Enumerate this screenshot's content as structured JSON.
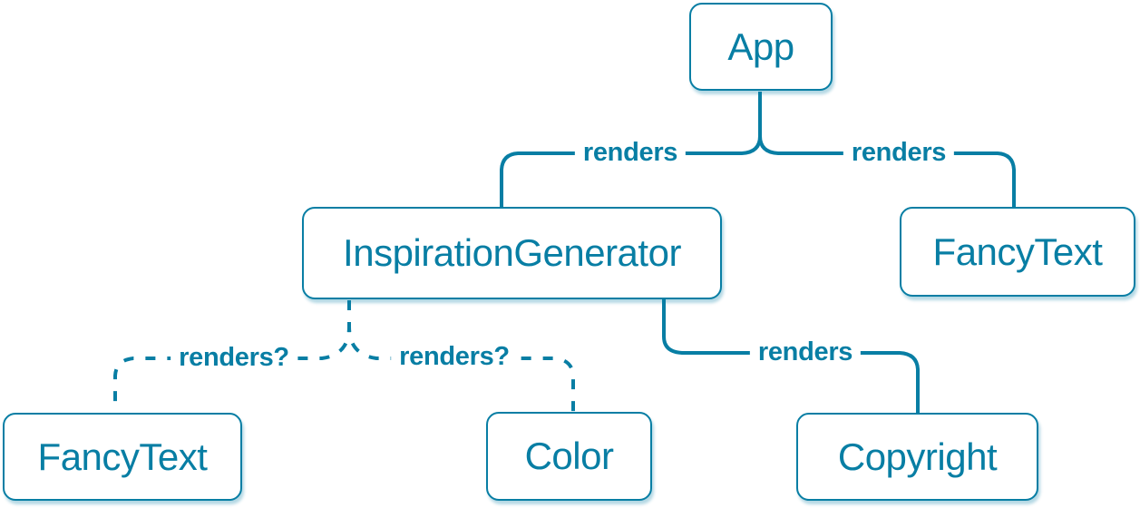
{
  "diagram": {
    "accent_color": "#087ea4",
    "nodes": {
      "app": {
        "label": "App"
      },
      "inspiration_generator": {
        "label": "InspirationGenerator"
      },
      "fancy_text_top": {
        "label": "FancyText"
      },
      "fancy_text_bottom": {
        "label": "FancyText"
      },
      "color": {
        "label": "Color"
      },
      "copyright": {
        "label": "Copyright"
      }
    },
    "edges": {
      "app_to_inspiration": {
        "label": "renders",
        "style": "solid"
      },
      "app_to_fancytext": {
        "label": "renders",
        "style": "solid"
      },
      "inspiration_to_copyright": {
        "label": "renders",
        "style": "solid"
      },
      "inspiration_to_fancytext": {
        "label": "renders?",
        "style": "dashed"
      },
      "inspiration_to_color": {
        "label": "renders?",
        "style": "dashed"
      }
    }
  }
}
